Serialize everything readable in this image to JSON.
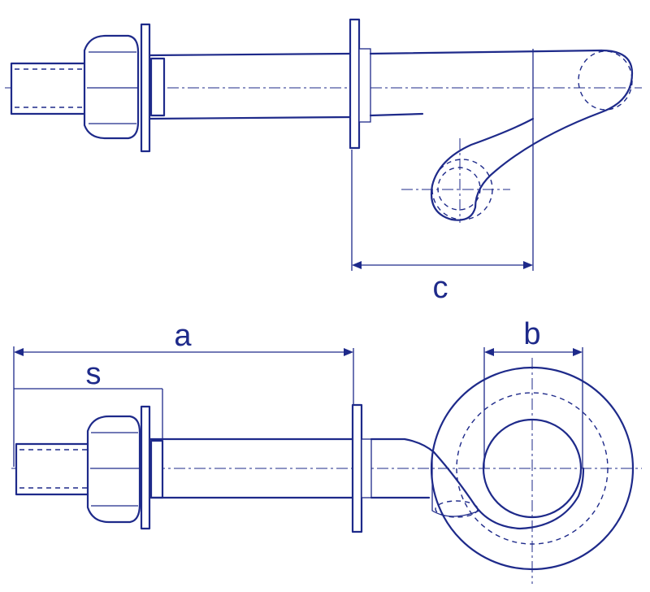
{
  "labels": {
    "c": "c",
    "a": "a",
    "s": "s",
    "b": "b"
  },
  "colors": {
    "line": "#1e2a8a",
    "background": "#ffffff"
  }
}
